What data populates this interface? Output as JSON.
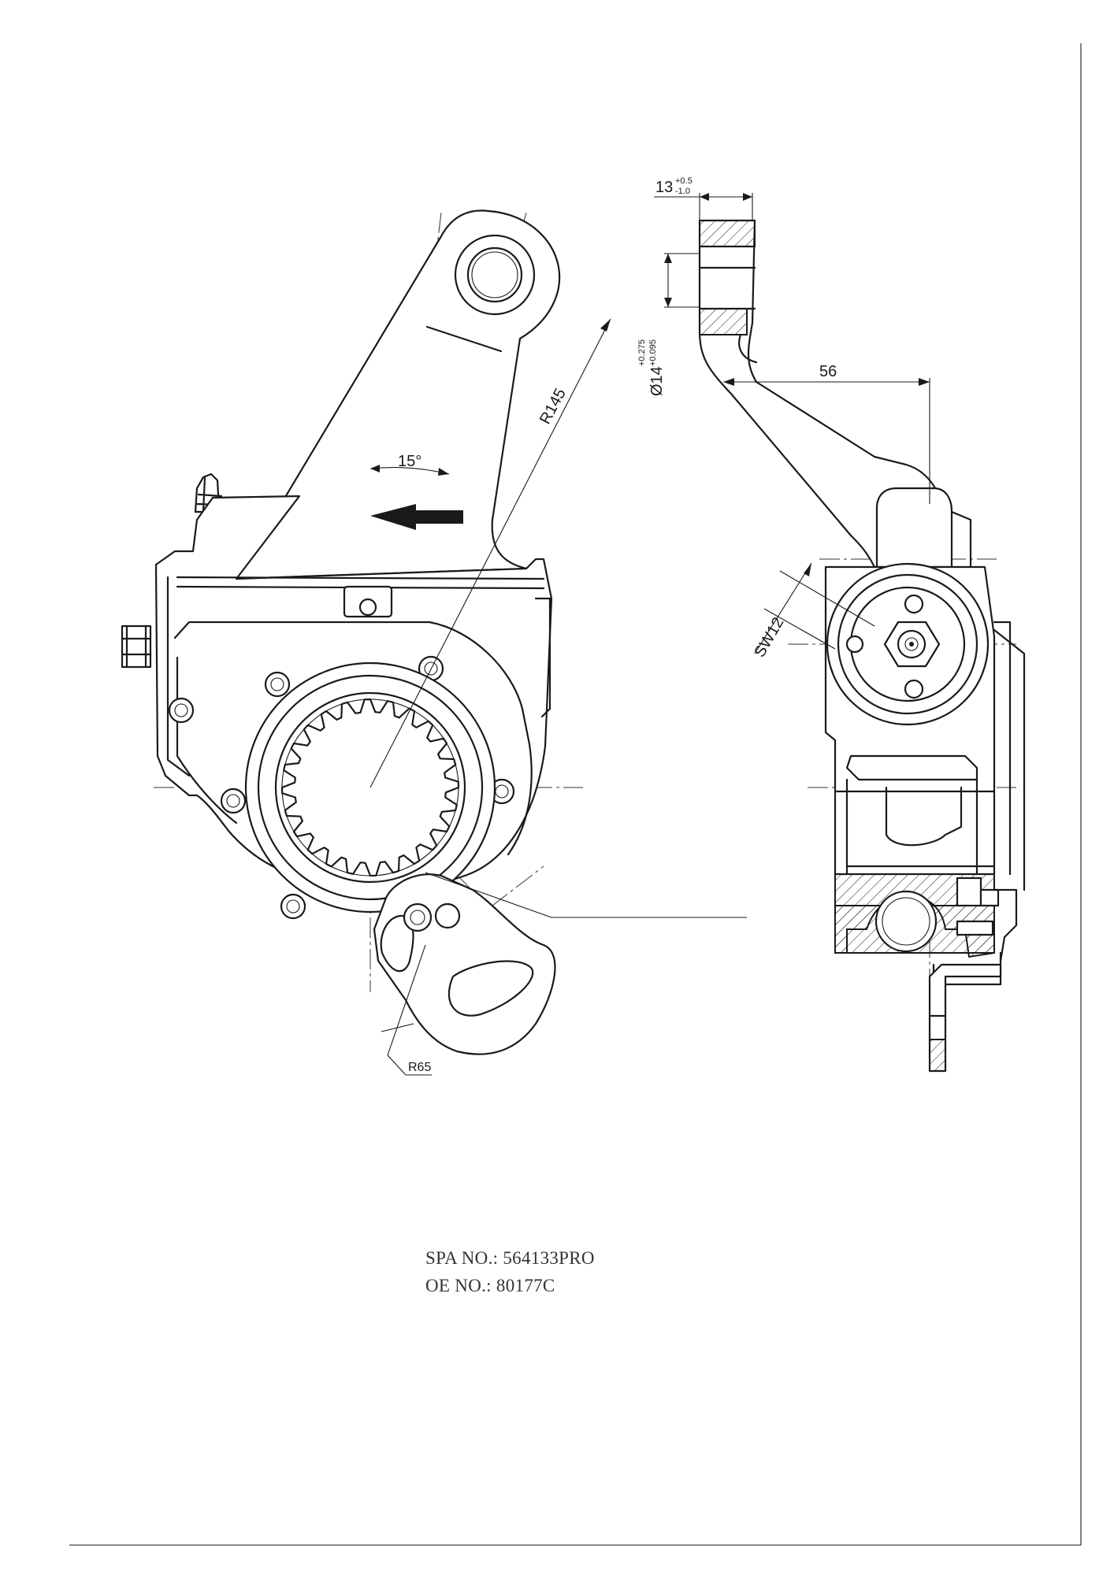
{
  "drawing": {
    "part_numbers": {
      "spa_no": "SPA NO.: 564133PRO",
      "oe_no": "OE NO.: 80177C"
    },
    "dimensions": {
      "radius_arm": "R145",
      "angle": "15°",
      "radius_clevis": "R65",
      "offset": "56",
      "wrench_size": "SW12",
      "thickness_base": "13",
      "thickness_tol_upper": "+0.5",
      "thickness_tol_lower": "-1.0",
      "hole_diameter": "Ø14",
      "hole_tol_upper": "+0.275",
      "hole_tol_lower": "+0.095"
    }
  }
}
